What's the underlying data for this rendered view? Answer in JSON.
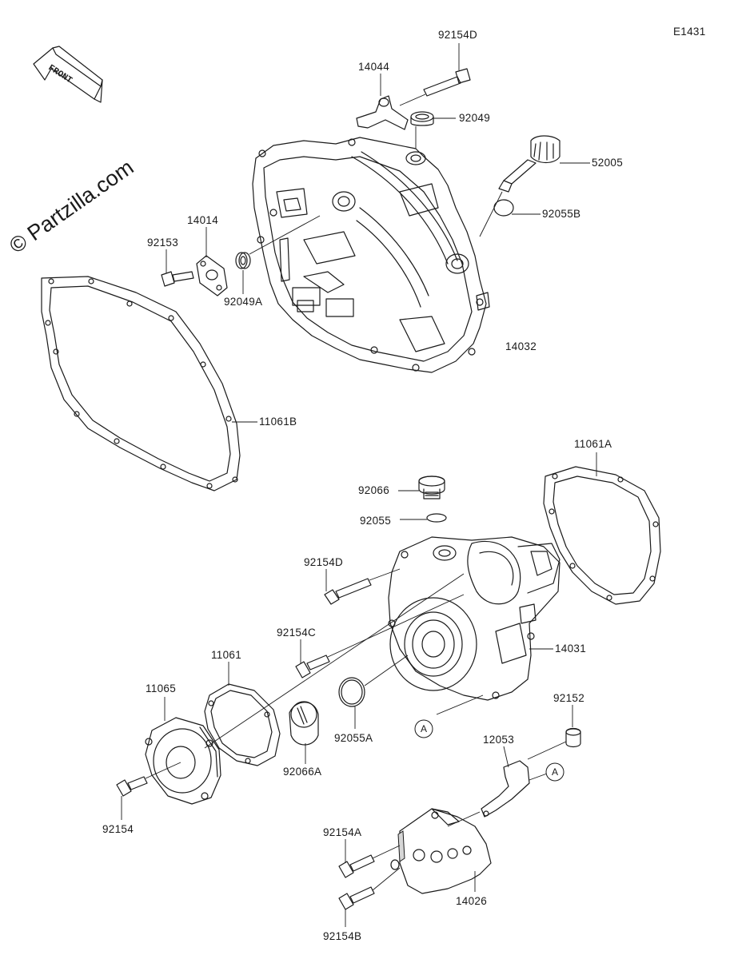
{
  "diagram_code": "E1431",
  "watermark": "© Partzilla.com",
  "front_arrow": "FRONT",
  "ref_marker": "A",
  "labels": {
    "p92154D_top": "92154D",
    "p14044": "14044",
    "p92049": "92049",
    "p52005": "52005",
    "p92055B": "92055B",
    "p14014": "14014",
    "p92153": "92153",
    "p92049A": "92049A",
    "p14032": "14032",
    "p11061B": "11061B",
    "p11061A": "11061A",
    "p92066": "92066",
    "p92055": "92055",
    "p92154D_mid": "92154D",
    "p92154C": "92154C",
    "p14031": "14031",
    "p11061": "11061",
    "p11065": "11065",
    "p92055A": "92055A",
    "p92066A": "92066A",
    "p92152": "92152",
    "p12053": "12053",
    "p92154": "92154",
    "p92154A": "92154A",
    "p14026": "14026",
    "p92154B": "92154B"
  }
}
